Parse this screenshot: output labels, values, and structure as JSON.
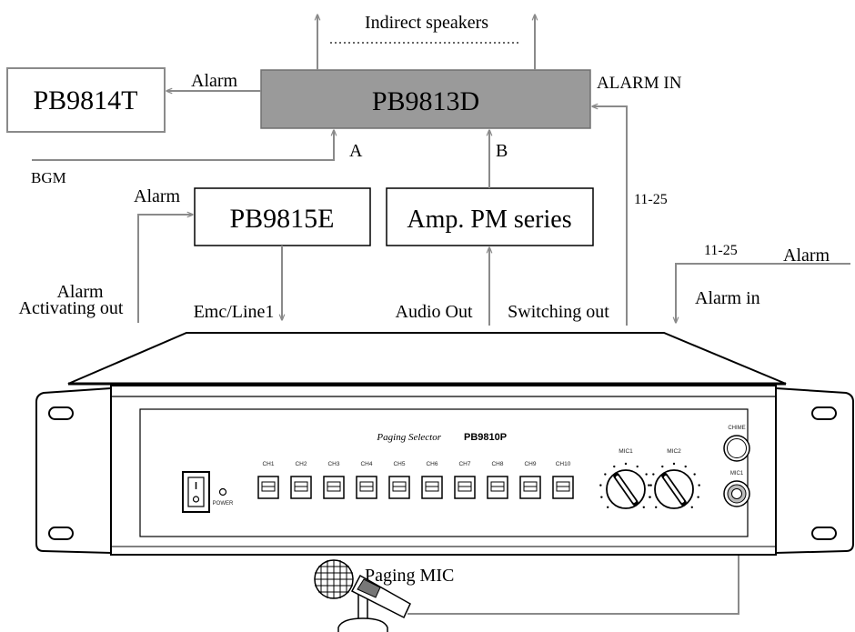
{
  "boxes": {
    "pb9814t": "PB9814T",
    "pb9813d": "PB9813D",
    "pb9815e": "PB9815E",
    "amp": "Amp. PM series"
  },
  "labels": {
    "indirect_speakers": "Indirect speakers",
    "alarm_to_9814t": "Alarm",
    "alarm_in_9813d": "ALARM IN",
    "a": "A",
    "b": "B",
    "bgm": "BGM",
    "alarm_to_9815e": "Alarm",
    "range_left": "11-25",
    "range_right": "11-25",
    "alarm_right": "Alarm",
    "alarm_in": "Alarm in",
    "alarm_act_1": "Alarm",
    "alarm_act_2": "Activating out",
    "emc_line1": "Emc/Line1",
    "audio_out": "Audio Out",
    "switching_out": "Switching out",
    "paging_mic": "Paging MIC"
  },
  "device": {
    "title_italic": "Paging Selector",
    "model": "PB9810P",
    "power": "POWER",
    "channels": [
      "CH1",
      "CH2",
      "CH3",
      "CH4",
      "CH5",
      "CH6",
      "CH7",
      "CH8",
      "CH9",
      "CH10"
    ],
    "knobs": [
      "MIC1",
      "MIC2"
    ],
    "chime": "CHIME",
    "mic_jack": "MIC1"
  }
}
